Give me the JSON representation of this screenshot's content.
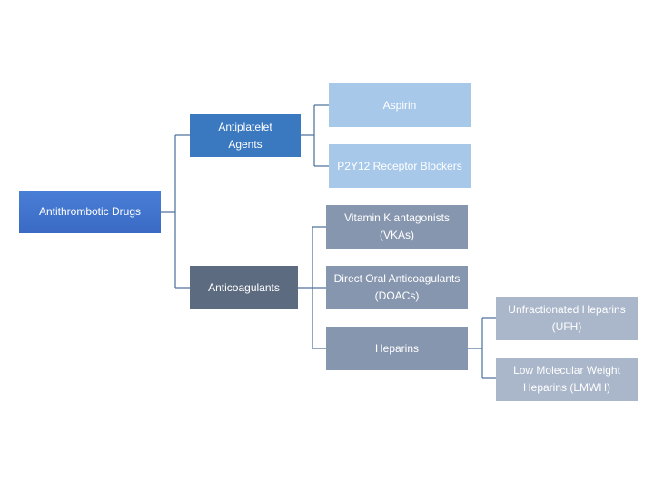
{
  "diagram": {
    "root": {
      "label": "Antithrombotic Drugs"
    },
    "antiplatelet": {
      "label": "Antiplatelet Agents",
      "children": [
        {
          "label": "Aspirin"
        },
        {
          "label": "P2Y12 Receptor Blockers"
        }
      ]
    },
    "anticoagulants": {
      "label": "Anticoagulants",
      "children": [
        {
          "label": "Vitamin K antagonists (VKAs)"
        },
        {
          "label": "Direct Oral Anticoagulants (DOACs)"
        },
        {
          "label": "Heparins"
        }
      ]
    },
    "heparins": {
      "children": [
        {
          "label": "Unfractionated Heparins (UFH)"
        },
        {
          "label": "Low Molecular Weight Heparins (LMWH)"
        }
      ]
    }
  },
  "colors": {
    "root": "#3f73cc",
    "antiplatelet": "#3a78bf",
    "anticoagulants": "#5d6b80",
    "antiplatelet_children": "#a8c8ea",
    "anticoagulant_children": "#8796af",
    "heparin_children": "#aab6ca",
    "connector": "#4a6f99"
  }
}
